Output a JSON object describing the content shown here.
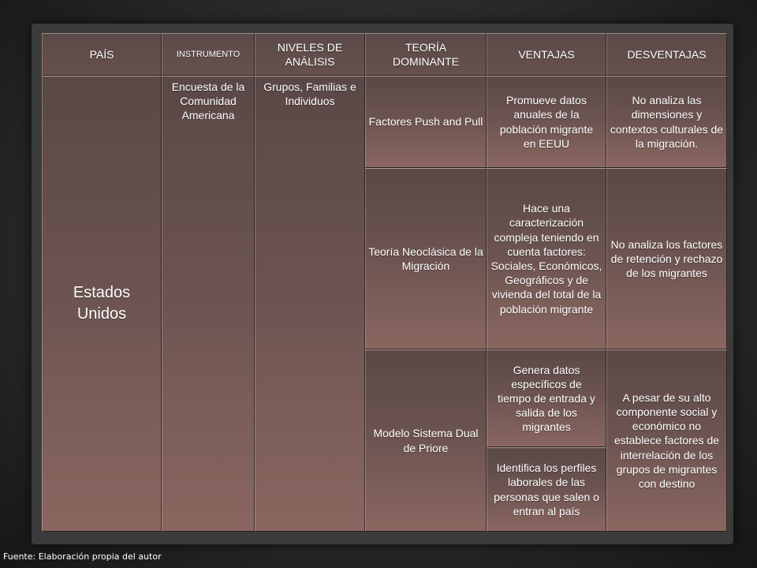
{
  "table": {
    "headers": {
      "pais": "PAÍS",
      "instrumento": "INSTRUMENTO",
      "niveles": "NIVELES DE ANÁLISIS",
      "teoria": "TEORÍA DOMINANTE",
      "ventajas": "VENTAJAS",
      "desventajas": "DESVENTAJAS"
    },
    "country": "Estados Unidos",
    "instrument": "Encuesta de la Comunidad Americana",
    "analysis_levels": "Grupos, Familias e Individuos",
    "rows": [
      {
        "theory": "Factores Push and Pull",
        "advantage": "Promueve datos anuales de la población migrante en EEUU",
        "disadvantage": "No analiza las dimensiones y contextos culturales de la migración."
      },
      {
        "theory": "Teoría Neoclásica de la Migración",
        "advantage": "Hace una caracterización compleja teniendo en cuenta factores: Sociales, Económicos, Geográficos y de vivienda del total de la población migrante",
        "disadvantage": "No analiza los factores de retención y rechazo de los migrantes"
      },
      {
        "theory": "Modelo Sistema Dual de Priore",
        "advantage_1": "Genera datos específicos de tiempo de entrada y salida de los migrantes",
        "advantage_2": "Identifica los perfiles laborales de las personas que salen o entran al país",
        "disadvantage": "A pesar de su alto componente social y económico no establece factores de interrelación de los grupos de migrantes con destino"
      }
    ]
  },
  "footer": {
    "source": "Fuente: Elaboración propia del autor"
  }
}
